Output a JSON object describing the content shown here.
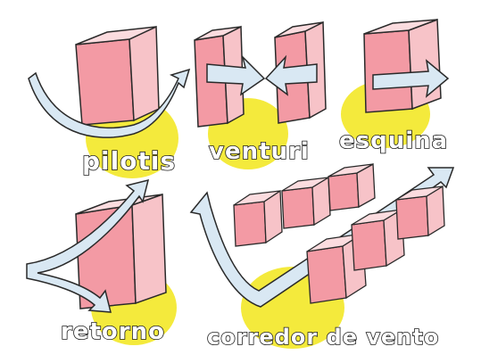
{
  "labels": {
    "pilotis": "pilotis",
    "venturi": "venturi",
    "esquina": "esquina",
    "retorno": "retorno",
    "corredor": "corredor de vento"
  },
  "colors": {
    "block_front": "#f39aa4",
    "block_side": "#f7c3c8",
    "block_top": "#fbdcdf",
    "sun": "#f4ea3c",
    "arrow": "#d9e8f3",
    "outline": "#2a2a2a"
  }
}
